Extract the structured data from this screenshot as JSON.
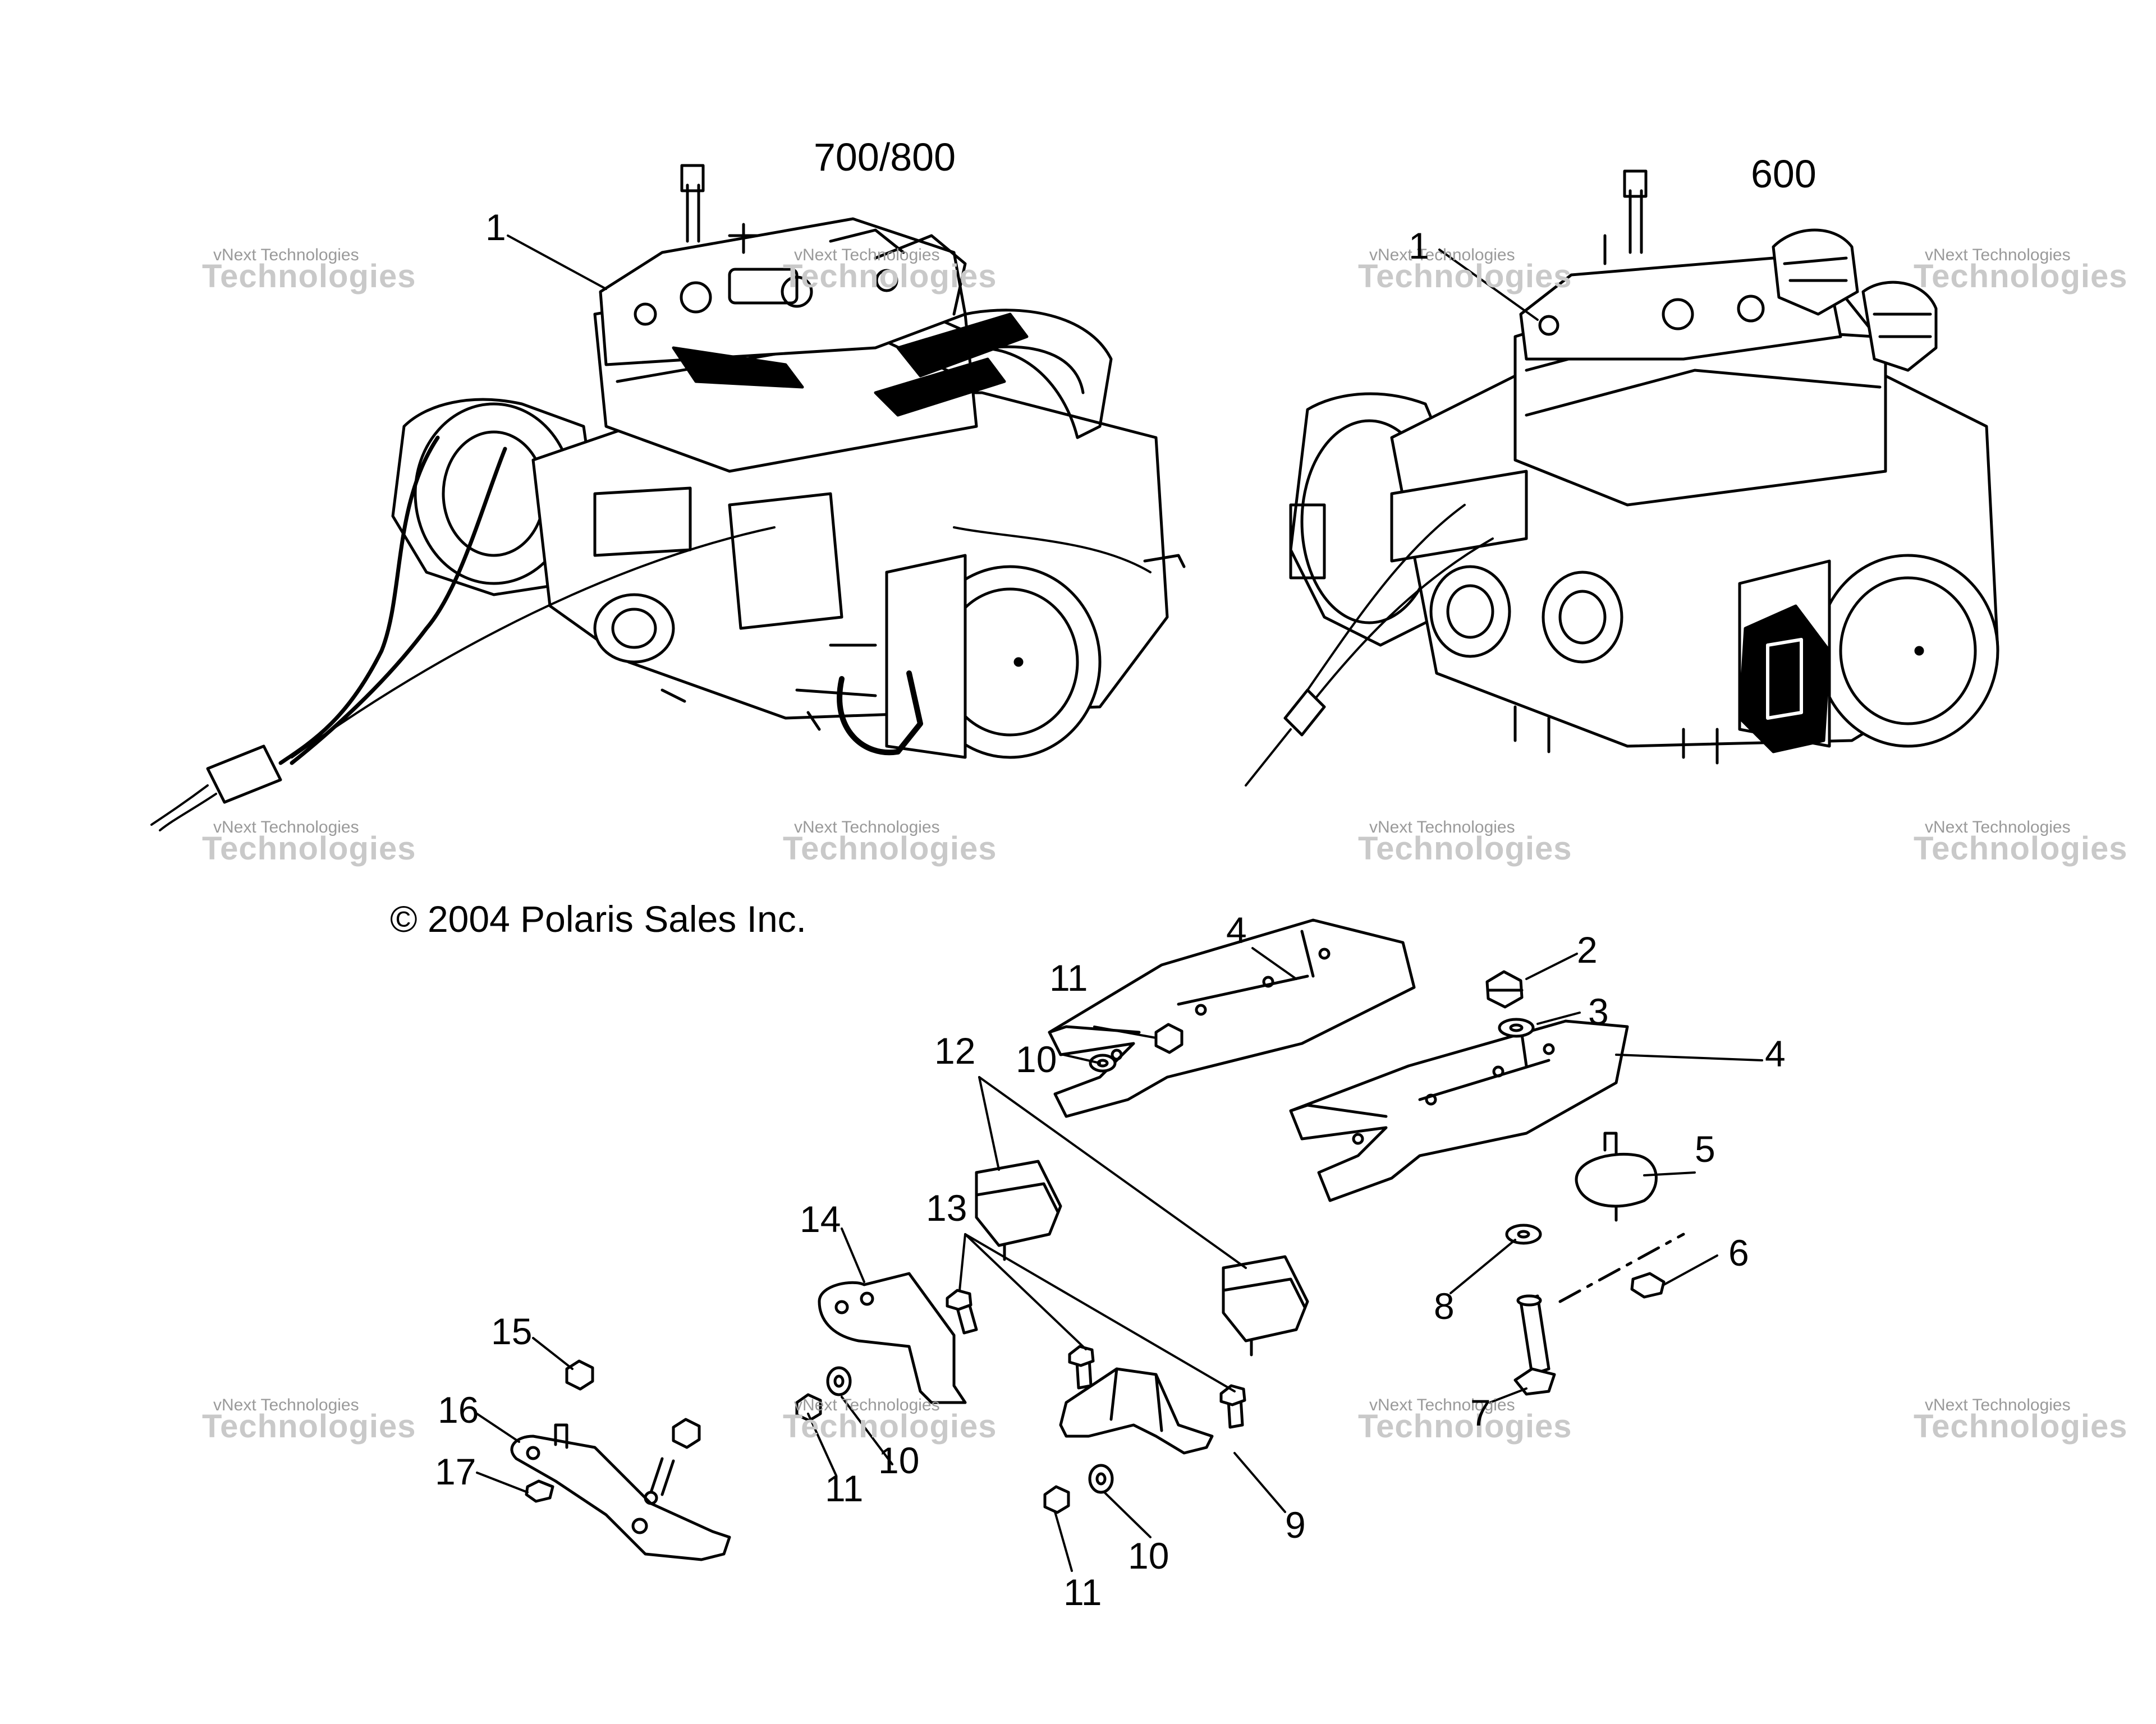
{
  "titles": {
    "left_engine": "700/800",
    "right_engine": "600"
  },
  "copyright": "© 2004 Polaris Sales Inc.",
  "watermark": {
    "line1": "vNext Technologies",
    "line2": "Technologies"
  },
  "callouts": {
    "c1a": "1",
    "c1b": "1",
    "c2": "2",
    "c3": "3",
    "c4a": "4",
    "c4b": "4",
    "c5": "5",
    "c6": "6",
    "c7": "7",
    "c8": "8",
    "c9": "9",
    "c10a": "10",
    "c10b": "10",
    "c10c": "10",
    "c11a": "11",
    "c11b": "11",
    "c11c": "11",
    "c12": "12",
    "c13": "13",
    "c14": "14",
    "c15": "15",
    "c16": "16",
    "c17": "17"
  }
}
